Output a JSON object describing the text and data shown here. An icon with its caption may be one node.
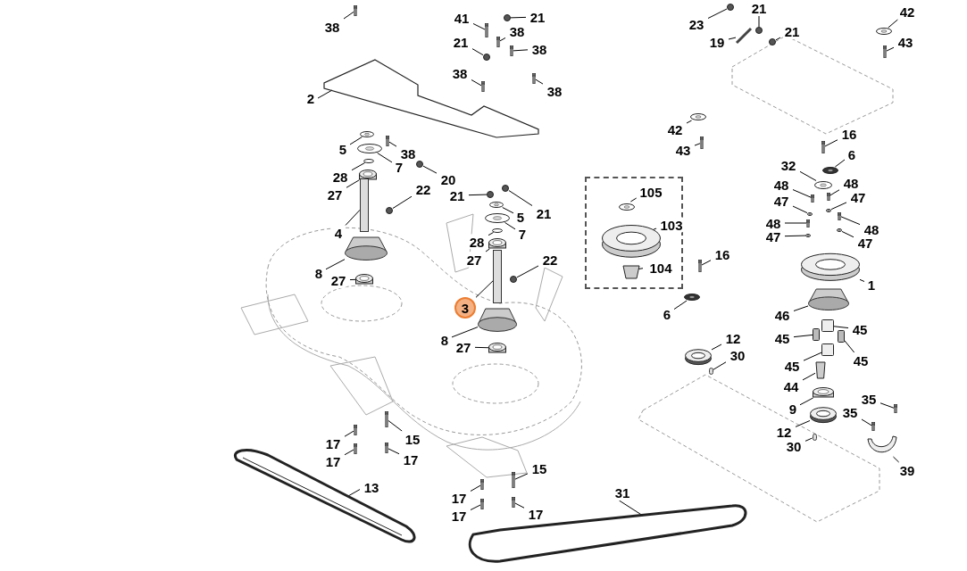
{
  "diagram": {
    "nodes": [
      {
        "text": [],
        "shape": "box"
      },
      {
        "text": [
          "38"
        ]
      },
      {
        "text": [
          "41"
        ]
      },
      {
        "text": [
          "21"
        ]
      },
      {
        "text": [
          "38"
        ]
      },
      {
        "text": [
          "21"
        ]
      },
      {
        "text": [
          "38"
        ]
      },
      {
        "text": [
          "38"
        ]
      },
      {
        "text": [
          "38"
        ]
      },
      {
        "text": [
          "2"
        ]
      },
      {
        "text": [
          "5"
        ]
      },
      {
        "text": [
          "38"
        ]
      },
      {
        "text": [
          "7"
        ]
      },
      {
        "text": [
          "28"
        ]
      },
      {
        "text": [
          "20"
        ]
      },
      {
        "text": [
          "27"
        ]
      },
      {
        "text": [
          "22"
        ]
      },
      {
        "text": [
          "21"
        ]
      },
      {
        "text": [
          "5"
        ]
      },
      {
        "text": [
          "21"
        ]
      },
      {
        "text": [
          "7"
        ]
      },
      {
        "text": [
          "28"
        ]
      },
      {
        "text": [
          "27"
        ]
      },
      {
        "text": [
          "4"
        ]
      },
      {
        "text": [
          "22"
        ]
      },
      {
        "text": [
          "8"
        ]
      },
      {
        "text": [
          "27"
        ]
      },
      {
        "text": [
          "3"
        ]
      },
      {
        "text": [
          "8"
        ]
      },
      {
        "text": [
          "27"
        ]
      },
      {
        "text": [
          "105"
        ],
        "in": 0
      },
      {
        "text": [
          "103"
        ],
        "in": 0
      },
      {
        "text": [
          "104"
        ],
        "in": 0
      },
      {
        "text": [
          "16"
        ]
      },
      {
        "text": [
          "6"
        ]
      },
      {
        "text": [
          "23"
        ]
      },
      {
        "text": [
          "21"
        ]
      },
      {
        "text": [
          "19"
        ]
      },
      {
        "text": [
          "21"
        ]
      },
      {
        "text": [
          "42"
        ]
      },
      {
        "text": [
          "43"
        ]
      },
      {
        "text": [
          "42"
        ]
      },
      {
        "text": [
          "43"
        ]
      },
      {
        "text": [
          "16"
        ]
      },
      {
        "text": [
          "6"
        ]
      },
      {
        "text": [
          "32"
        ]
      },
      {
        "text": [
          "48"
        ]
      },
      {
        "text": [
          "48"
        ]
      },
      {
        "text": [
          "47"
        ]
      },
      {
        "text": [
          "47"
        ]
      },
      {
        "text": [
          "48"
        ]
      },
      {
        "text": [
          "48"
        ]
      },
      {
        "text": [
          "47"
        ]
      },
      {
        "text": [
          "47"
        ]
      },
      {
        "text": [
          "1"
        ]
      },
      {
        "text": [
          "46"
        ]
      },
      {
        "text": [
          "45"
        ]
      },
      {
        "text": [
          "45"
        ]
      },
      {
        "text": [
          "45"
        ]
      },
      {
        "text": [
          "45"
        ]
      },
      {
        "text": [
          "44"
        ]
      },
      {
        "text": [
          "9"
        ]
      },
      {
        "text": [
          "12"
        ]
      },
      {
        "text": [
          "30"
        ]
      },
      {
        "text": [
          "35"
        ]
      },
      {
        "text": [
          "35"
        ]
      },
      {
        "text": [
          "12"
        ]
      },
      {
        "text": [
          "30"
        ]
      },
      {
        "text": [
          "39"
        ]
      },
      {
        "text": [
          "17"
        ]
      },
      {
        "text": [
          "15"
        ]
      },
      {
        "text": [
          "17"
        ]
      },
      {
        "text": [
          "17"
        ]
      },
      {
        "text": [
          "13"
        ]
      },
      {
        "text": [
          "15"
        ]
      },
      {
        "text": [
          "17"
        ]
      },
      {
        "text": [
          "17"
        ]
      },
      {
        "text": [
          "17"
        ]
      },
      {
        "text": [
          "31"
        ]
      },
      {
        "text": [],
        "shape": "bolt"
      },
      {
        "text": [],
        "shape": "bolt"
      },
      {
        "text": [],
        "shape": "nut"
      },
      {
        "text": [],
        "shape": "bolt"
      },
      {
        "text": [],
        "shape": "nut"
      },
      {
        "text": [],
        "shape": "bolt"
      },
      {
        "text": [],
        "shape": "bolt"
      },
      {
        "text": [],
        "shape": "bolt"
      },
      {
        "text": [],
        "shape": "plate"
      },
      {
        "text": [],
        "shape": "washer"
      },
      {
        "text": [],
        "shape": "bolt"
      },
      {
        "text": [],
        "shape": "washer"
      },
      {
        "text": [],
        "shape": "ring"
      },
      {
        "text": [],
        "shape": "nut"
      },
      {
        "text": [],
        "shape": "bearing"
      },
      {
        "text": [],
        "shape": "nut"
      },
      {
        "text": [],
        "shape": "nut"
      },
      {
        "text": [],
        "shape": "washer"
      },
      {
        "text": [],
        "shape": "nut"
      },
      {
        "text": [],
        "shape": "washer"
      },
      {
        "text": [],
        "shape": "ring"
      },
      {
        "text": [],
        "shape": "bearing"
      },
      {
        "text": [],
        "shape": "shaft"
      },
      {
        "text": [],
        "shape": "nut"
      },
      {
        "text": [],
        "shape": "hub"
      },
      {
        "text": [],
        "shape": "bearing"
      },
      {
        "text": [],
        "shape": "shaft"
      },
      {
        "text": [],
        "shape": "hub"
      },
      {
        "text": [],
        "shape": "bearing"
      },
      {
        "text": [],
        "shape": "washer",
        "in": 0
      },
      {
        "text": [],
        "shape": "pulley",
        "in": 0
      },
      {
        "text": [],
        "shape": "bushing",
        "in": 0
      },
      {
        "text": [],
        "shape": "bolt"
      },
      {
        "text": [],
        "shape": "washer"
      },
      {
        "text": [],
        "shape": "nut"
      },
      {
        "text": [],
        "shape": "nut"
      },
      {
        "text": [],
        "shape": "pin"
      },
      {
        "text": [],
        "shape": "nut"
      },
      {
        "text": [],
        "shape": "washer"
      },
      {
        "text": [],
        "shape": "bolt"
      },
      {
        "text": [],
        "shape": "washer"
      },
      {
        "text": [],
        "shape": "bolt"
      },
      {
        "text": [],
        "shape": "bolt"
      },
      {
        "text": [],
        "shape": "washer"
      },
      {
        "text": [],
        "shape": "washer"
      },
      {
        "text": [],
        "shape": "bolt"
      },
      {
        "text": [],
        "shape": "bolt"
      },
      {
        "text": [],
        "shape": "washer"
      },
      {
        "text": [],
        "shape": "washer"
      },
      {
        "text": [],
        "shape": "bolt"
      },
      {
        "text": [],
        "shape": "bolt"
      },
      {
        "text": [],
        "shape": "washer"
      },
      {
        "text": [],
        "shape": "washer"
      },
      {
        "text": [],
        "shape": "pulley"
      },
      {
        "text": [],
        "shape": "hub"
      },
      {
        "text": [],
        "shape": "block"
      },
      {
        "text": [],
        "shape": "block"
      },
      {
        "text": [],
        "shape": "block"
      },
      {
        "text": [],
        "shape": "block"
      },
      {
        "text": [],
        "shape": "bushing"
      },
      {
        "text": [],
        "shape": "bearing"
      },
      {
        "text": [],
        "shape": "pulley"
      },
      {
        "text": [],
        "shape": "key"
      },
      {
        "text": [],
        "shape": "bolt"
      },
      {
        "text": [],
        "shape": "bolt"
      },
      {
        "text": [],
        "shape": "pulley"
      },
      {
        "text": [],
        "shape": "key"
      },
      {
        "text": [],
        "shape": "bracket"
      },
      {
        "text": [],
        "shape": "bolt"
      },
      {
        "text": [],
        "shape": "bolt"
      },
      {
        "text": [],
        "shape": "bolt"
      },
      {
        "text": [],
        "shape": "bolt"
      },
      {
        "text": [],
        "shape": "belt"
      },
      {
        "text": [],
        "shape": "bolt"
      },
      {
        "text": [],
        "shape": "bolt"
      },
      {
        "text": [],
        "shape": "bolt"
      },
      {
        "text": [],
        "shape": "bolt"
      },
      {
        "text": [],
        "shape": "belt"
      }
    ],
    "edges": [
      {
        "from": 1,
        "to": 79,
        "arrow": "none"
      },
      {
        "from": 2,
        "to": 80,
        "arrow": "none"
      },
      {
        "from": 3,
        "to": 81,
        "arrow": "none"
      },
      {
        "from": 4,
        "to": 82,
        "arrow": "none"
      },
      {
        "from": 5,
        "to": 83,
        "arrow": "none"
      },
      {
        "from": 6,
        "to": 84,
        "arrow": "none"
      },
      {
        "from": 7,
        "to": 85,
        "arrow": "none"
      },
      {
        "from": 8,
        "to": 86,
        "arrow": "none"
      },
      {
        "from": 9,
        "to": 87,
        "arrow": "none"
      },
      {
        "from": 10,
        "to": 88,
        "arrow": "none"
      },
      {
        "from": 11,
        "to": 89,
        "arrow": "none"
      },
      {
        "from": 12,
        "to": 90,
        "arrow": "none"
      },
      {
        "from": 13,
        "to": 91,
        "arrow": "none"
      },
      {
        "from": 14,
        "to": 92,
        "arrow": "none"
      },
      {
        "from": 15,
        "to": 93,
        "arrow": "none"
      },
      {
        "from": 16,
        "to": 94,
        "arrow": "none"
      },
      {
        "from": 17,
        "to": 95,
        "arrow": "none"
      },
      {
        "from": 18,
        "to": 96,
        "arrow": "none"
      },
      {
        "from": 19,
        "to": 97,
        "arrow": "none"
      },
      {
        "from": 20,
        "to": 98,
        "arrow": "none"
      },
      {
        "from": 21,
        "to": 99,
        "arrow": "none"
      },
      {
        "from": 22,
        "to": 100,
        "arrow": "none"
      },
      {
        "from": 23,
        "to": 101,
        "arrow": "none"
      },
      {
        "from": 24,
        "to": 102,
        "arrow": "none"
      },
      {
        "from": 25,
        "to": 103,
        "arrow": "none"
      },
      {
        "from": 26,
        "to": 104,
        "arrow": "none"
      },
      {
        "from": 27,
        "to": 105,
        "arrow": "none"
      },
      {
        "from": 28,
        "to": 106,
        "arrow": "none"
      },
      {
        "from": 29,
        "to": 107,
        "arrow": "none"
      },
      {
        "from": 30,
        "to": 108,
        "arrow": "none"
      },
      {
        "from": 31,
        "to": 109,
        "arrow": "none"
      },
      {
        "from": 32,
        "to": 110,
        "arrow": "none"
      },
      {
        "from": 33,
        "to": 111,
        "arrow": "none"
      },
      {
        "from": 34,
        "to": 112,
        "arrow": "none"
      },
      {
        "from": 35,
        "to": 113,
        "arrow": "none"
      },
      {
        "from": 36,
        "to": 114,
        "arrow": "none"
      },
      {
        "from": 37,
        "to": 115,
        "arrow": "none"
      },
      {
        "from": 38,
        "to": 116,
        "arrow": "none"
      },
      {
        "from": 39,
        "to": 117,
        "arrow": "none"
      },
      {
        "from": 40,
        "to": 118,
        "arrow": "none"
      },
      {
        "from": 41,
        "to": 119,
        "arrow": "none"
      },
      {
        "from": 42,
        "to": 120,
        "arrow": "none"
      },
      {
        "from": 43,
        "to": 121,
        "arrow": "none"
      },
      {
        "from": 44,
        "to": 122,
        "arrow": "none"
      },
      {
        "from": 45,
        "to": 123,
        "arrow": "none"
      },
      {
        "from": 46,
        "to": 124,
        "arrow": "none"
      },
      {
        "from": 47,
        "to": 125,
        "arrow": "none"
      },
      {
        "from": 48,
        "to": 126,
        "arrow": "none"
      },
      {
        "from": 49,
        "to": 127,
        "arrow": "none"
      },
      {
        "from": 50,
        "to": 128,
        "arrow": "none"
      },
      {
        "from": 51,
        "to": 129,
        "arrow": "none"
      },
      {
        "from": 52,
        "to": 130,
        "arrow": "none"
      },
      {
        "from": 53,
        "to": 131,
        "arrow": "none"
      },
      {
        "from": 54,
        "to": 132,
        "arrow": "none"
      },
      {
        "from": 55,
        "to": 133,
        "arrow": "none"
      },
      {
        "from": 56,
        "to": 134,
        "arrow": "none"
      },
      {
        "from": 57,
        "to": 135,
        "arrow": "none"
      },
      {
        "from": 58,
        "to": 136,
        "arrow": "none"
      },
      {
        "from": 59,
        "to": 137,
        "arrow": "none"
      },
      {
        "from": 60,
        "to": 138,
        "arrow": "none"
      },
      {
        "from": 61,
        "to": 139,
        "arrow": "none"
      },
      {
        "from": 62,
        "to": 140,
        "arrow": "none"
      },
      {
        "from": 63,
        "to": 141,
        "arrow": "none"
      },
      {
        "from": 64,
        "to": 142,
        "arrow": "none"
      },
      {
        "from": 65,
        "to": 143,
        "arrow": "none"
      },
      {
        "from": 66,
        "to": 144,
        "arrow": "none"
      },
      {
        "from": 67,
        "to": 145,
        "arrow": "none"
      },
      {
        "from": 68,
        "to": 146,
        "arrow": "none"
      },
      {
        "from": 69,
        "to": 147,
        "arrow": "none"
      },
      {
        "from": 70,
        "to": 148,
        "arrow": "none"
      },
      {
        "from": 71,
        "to": 149,
        "arrow": "none"
      },
      {
        "from": 72,
        "to": 150,
        "arrow": "none"
      },
      {
        "from": 73,
        "to": 151,
        "arrow": "none"
      },
      {
        "from": 74,
        "to": 152,
        "arrow": "none"
      },
      {
        "from": 75,
        "to": 153,
        "arrow": "none"
      },
      {
        "from": 76,
        "to": 154,
        "arrow": "none"
      },
      {
        "from": 77,
        "to": 155,
        "arrow": "none"
      },
      {
        "from": 78,
        "to": 156,
        "arrow": "none"
      }
    ]
  }
}
